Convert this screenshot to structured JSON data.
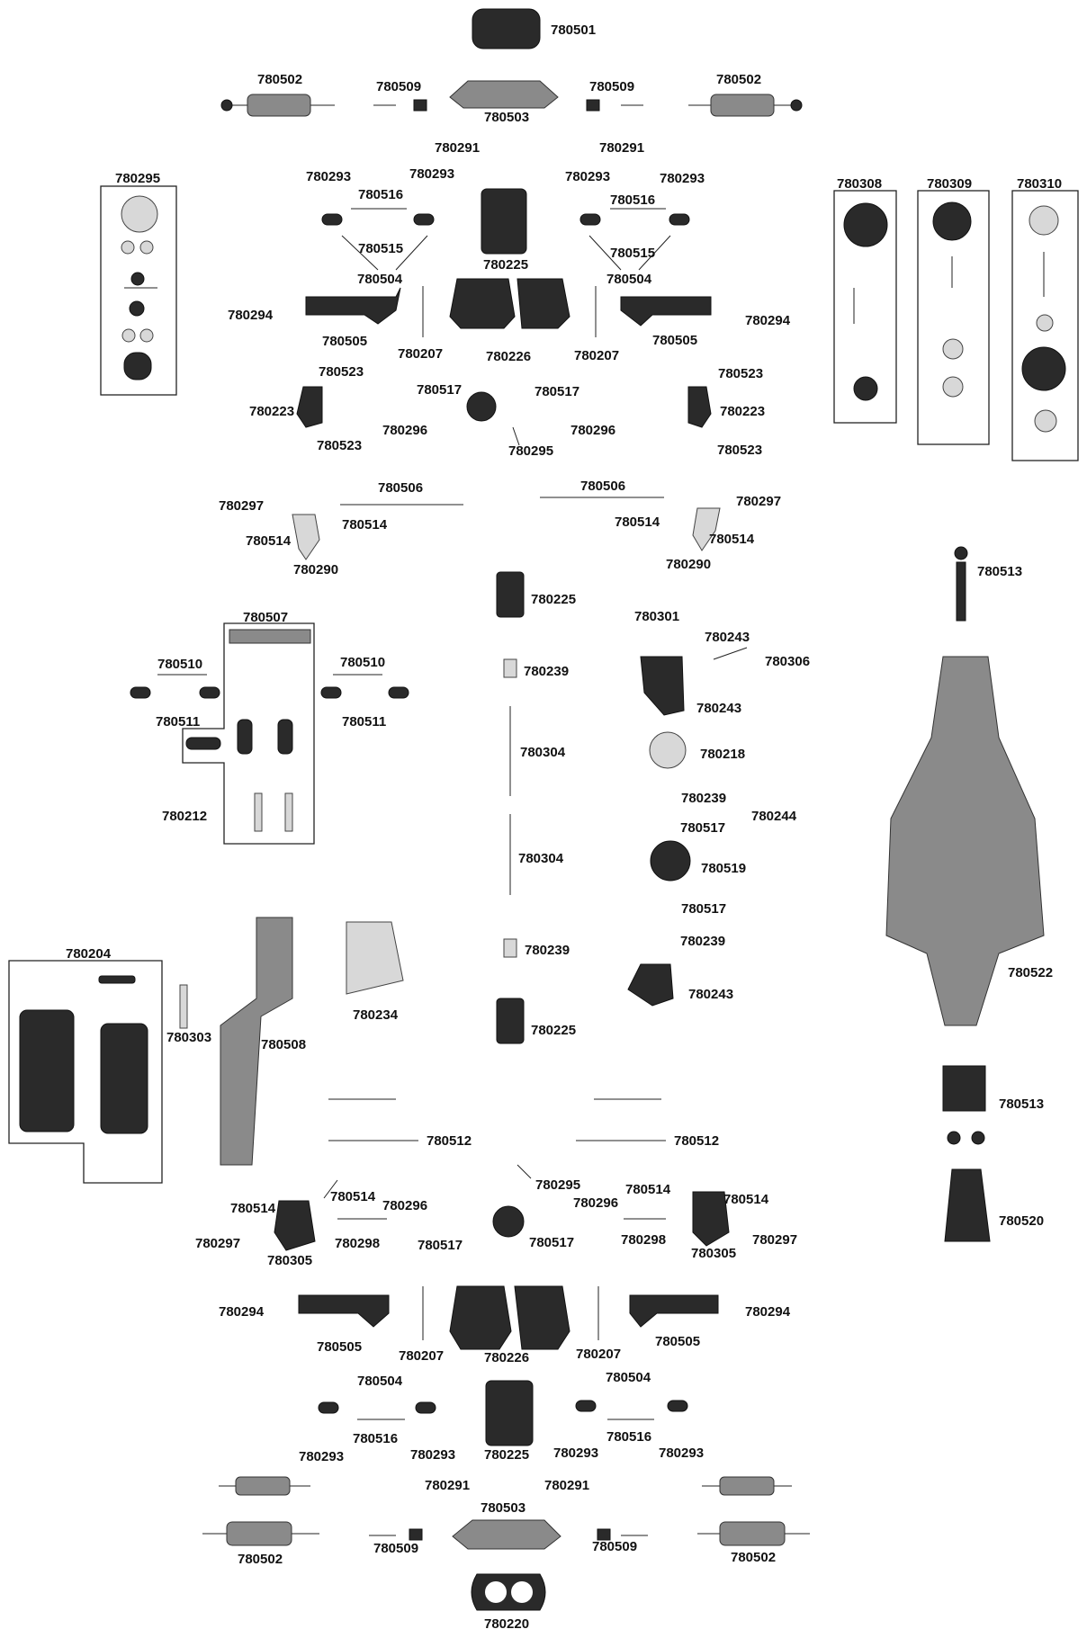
{
  "diagram": {
    "labels": [
      "780501",
      "780502",
      "780509",
      "780503",
      "780509",
      "780502",
      "780291",
      "780291",
      "780295",
      "780293",
      "780293",
      "780516",
      "780515",
      "780504",
      "780225",
      "780293",
      "780293",
      "780516",
      "780515",
      "780504",
      "780308",
      "780309",
      "780310",
      "780294",
      "780505",
      "780207",
      "780226",
      "780207",
      "780505",
      "780294",
      "780523",
      "780223",
      "780517",
      "780296",
      "780523",
      "780517",
      "780296",
      "780295",
      "780523",
      "780223",
      "780523",
      "780506",
      "780506",
      "780297",
      "780514",
      "780514",
      "780290",
      "780514",
      "780297",
      "780514",
      "780290",
      "780513",
      "780225",
      "780507",
      "780301",
      "780243",
      "780510",
      "780510",
      "780306",
      "780511",
      "780511",
      "780239",
      "780243",
      "780304",
      "780218",
      "780212",
      "780239",
      "780244",
      "780517",
      "780519",
      "780304",
      "780517",
      "780239",
      "780239",
      "780522",
      "780204",
      "780234",
      "780243",
      "780303",
      "780508",
      "780225",
      "780512",
      "780512",
      "780513",
      "780295",
      "780520",
      "780514",
      "780514",
      "780296",
      "780296",
      "780514",
      "780514",
      "780297",
      "780298",
      "780517",
      "780517",
      "780298",
      "780297",
      "780305",
      "780305",
      "780294",
      "780294",
      "780505",
      "780207",
      "780226",
      "780207",
      "780505",
      "780504",
      "780504",
      "780516",
      "780516",
      "780293",
      "780293",
      "780225",
      "780293",
      "780293",
      "780291",
      "780291",
      "780503",
      "780509",
      "780509",
      "780502",
      "780502",
      "780220"
    ]
  }
}
